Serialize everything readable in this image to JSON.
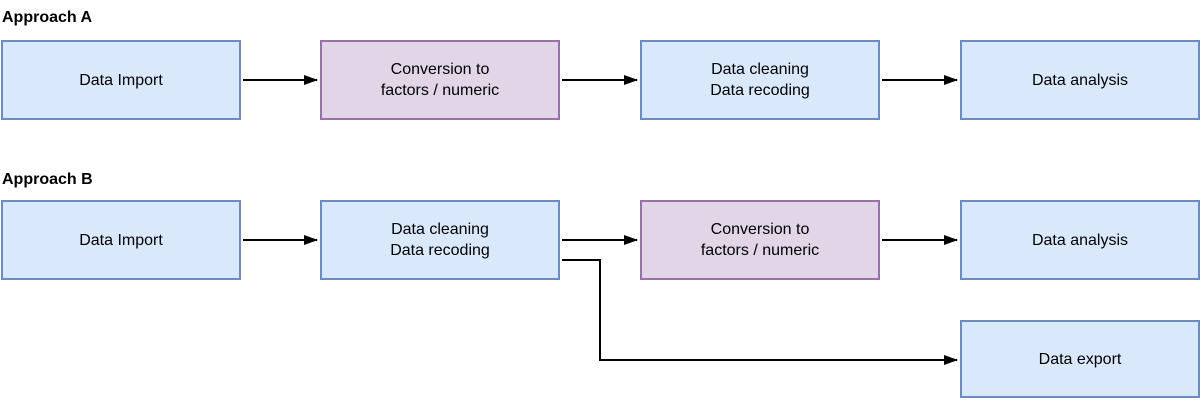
{
  "colors": {
    "background": "#ffffff",
    "node_blue_fill": "#dae8fc",
    "node_blue_border": "#6c8ebf",
    "node_purple_fill": "#e1d5e7",
    "node_purple_border": "#9673a6",
    "arrow": "#000000",
    "text": "#000000"
  },
  "approach_a": {
    "title": "Approach A",
    "nodes": [
      {
        "id": "a-data-import",
        "style": "blue",
        "lines": [
          "Data Import"
        ]
      },
      {
        "id": "a-conversion",
        "style": "purple",
        "lines": [
          "Conversion to",
          "factors / numeric"
        ]
      },
      {
        "id": "a-cleaning",
        "style": "blue",
        "lines": [
          "Data cleaning",
          "Data recoding"
        ]
      },
      {
        "id": "a-analysis",
        "style": "blue",
        "lines": [
          "Data analysis"
        ]
      }
    ],
    "edges": [
      {
        "from": "a-data-import",
        "to": "a-conversion"
      },
      {
        "from": "a-conversion",
        "to": "a-cleaning"
      },
      {
        "from": "a-cleaning",
        "to": "a-analysis"
      }
    ]
  },
  "approach_b": {
    "title": "Approach B",
    "nodes": [
      {
        "id": "b-data-import",
        "style": "blue",
        "lines": [
          "Data Import"
        ]
      },
      {
        "id": "b-cleaning",
        "style": "blue",
        "lines": [
          "Data cleaning",
          "Data recoding"
        ]
      },
      {
        "id": "b-conversion",
        "style": "purple",
        "lines": [
          "Conversion to",
          "factors / numeric"
        ]
      },
      {
        "id": "b-analysis",
        "style": "blue",
        "lines": [
          "Data analysis"
        ]
      },
      {
        "id": "b-export",
        "style": "blue",
        "lines": [
          "Data export"
        ]
      }
    ],
    "edges": [
      {
        "from": "b-data-import",
        "to": "b-cleaning"
      },
      {
        "from": "b-cleaning",
        "to": "b-conversion"
      },
      {
        "from": "b-conversion",
        "to": "b-analysis"
      },
      {
        "from": "b-cleaning",
        "to": "b-export"
      }
    ]
  }
}
